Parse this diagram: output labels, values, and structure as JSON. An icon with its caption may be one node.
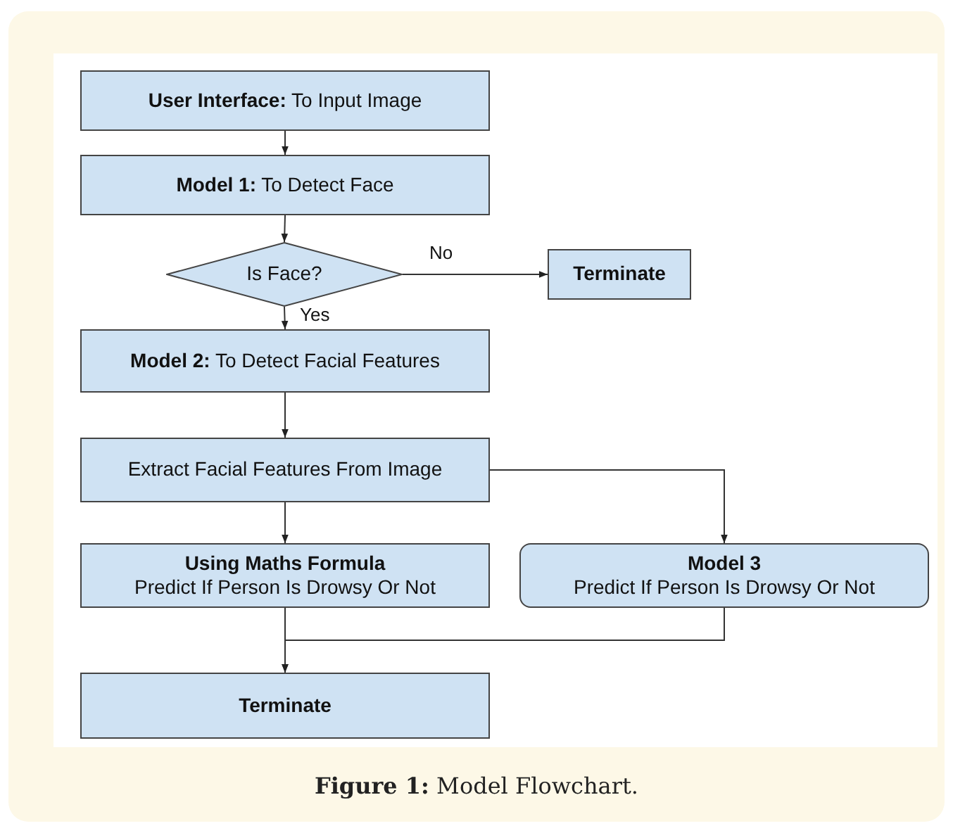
{
  "diagram": {
    "caption": "**Figure 1:** Model Flowchart.",
    "nodes": [
      {
        "text": [
          "**User Interface:** To Input Image"
        ]
      },
      {
        "text": [
          "**Model 1:** To Detect Face"
        ]
      },
      {
        "text": [
          "Is Face?"
        ]
      },
      {
        "text": [
          "Terminate"
        ]
      },
      {
        "text": [
          "**Model 2:** To Detect Facial Features"
        ]
      },
      {
        "text": [
          "Extract Facial Features From Image"
        ]
      },
      {
        "text": [
          "Using Maths Formula",
          "Predict If Person Is Drowsy Or Not"
        ]
      },
      {
        "text": [
          "Model 3",
          "Predict If Person Is Drowsy Or Not"
        ]
      },
      {
        "text": [
          "Terminate"
        ]
      }
    ],
    "edges": [
      {
        "from": 0,
        "to": 1,
        "arrow": "to"
      },
      {
        "from": 1,
        "to": 2,
        "arrow": "to"
      },
      {
        "from": 2,
        "to": 3,
        "label": "No",
        "arrow": "to"
      },
      {
        "from": 2,
        "to": 4,
        "label": "Yes",
        "arrow": "to"
      },
      {
        "from": 4,
        "to": 5,
        "arrow": "to"
      },
      {
        "from": 5,
        "to": 6,
        "arrow": "to"
      },
      {
        "from": 5,
        "to": 7,
        "arrow": "to"
      },
      {
        "from": 6,
        "to": 8,
        "arrow": "to"
      },
      {
        "from": 7,
        "to": 8,
        "arrow": "to"
      }
    ]
  }
}
